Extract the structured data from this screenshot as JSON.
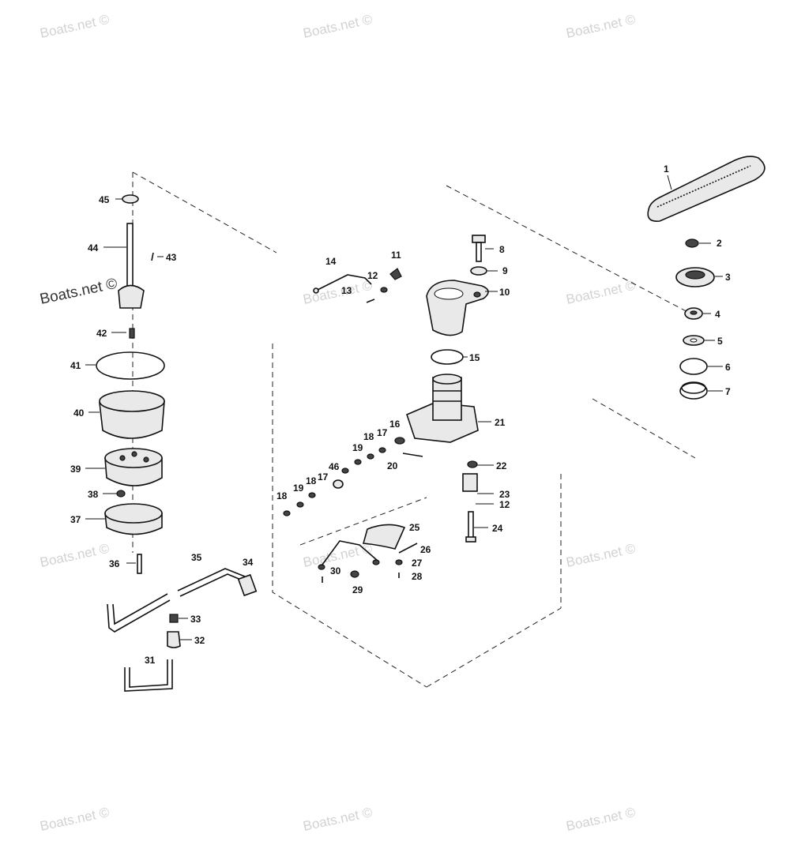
{
  "watermark": {
    "text": "Boats.net ©"
  },
  "callouts": [
    "1",
    "2",
    "3",
    "4",
    "5",
    "6",
    "7",
    "8",
    "9",
    "10",
    "11",
    "12",
    "13",
    "14",
    "15",
    "16",
    "17",
    "18",
    "19",
    "20",
    "21",
    "22",
    "23",
    "12",
    "24",
    "25",
    "26",
    "27",
    "28",
    "29",
    "30",
    "31",
    "32",
    "33",
    "34",
    "35",
    "36",
    "37",
    "38",
    "39",
    "40",
    "41",
    "42",
    "43",
    "44",
    "45",
    "18",
    "19",
    "18",
    "17",
    "46"
  ]
}
